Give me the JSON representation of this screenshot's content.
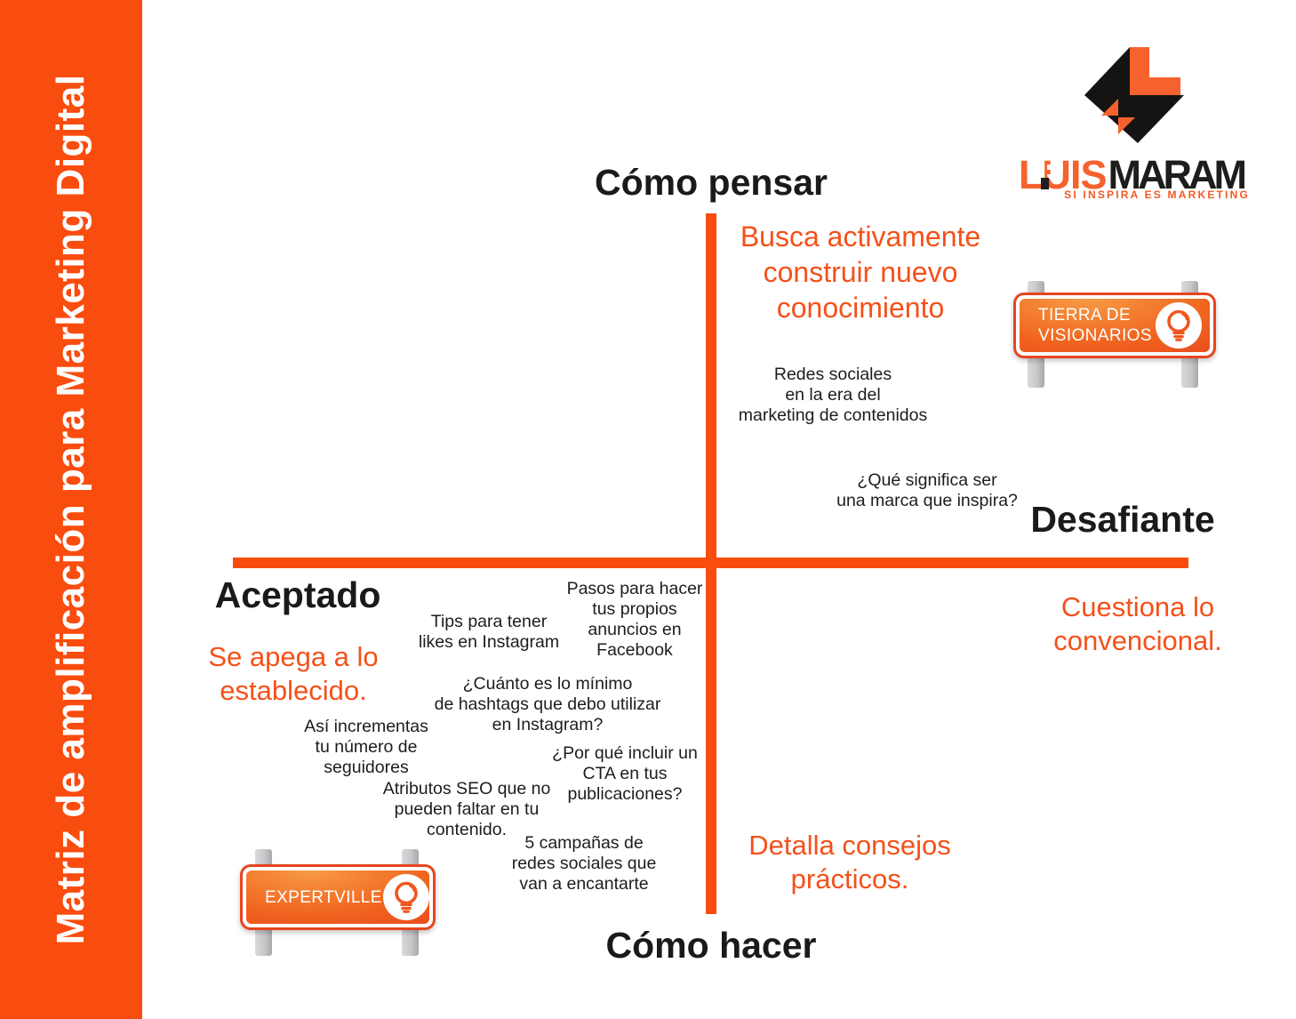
{
  "sidebar": {
    "title": "Matriz de amplificación para Marketing Digital"
  },
  "logo": {
    "word_primary": "LUIS",
    "word_secondary": "MARAM",
    "tagline": "SI INSPIRA ES MARKETING"
  },
  "axes": {
    "top": "Cómo pensar",
    "bottom": "Cómo hacer",
    "left": "Aceptado",
    "right": "Desafiante"
  },
  "quadrants": {
    "top_right": "Busca activamente\nconstruir nuevo\nconocimiento",
    "right": "Cuestiona lo\nconvencional.",
    "left": "Se apega a lo\nestablecido.",
    "bottom_right": "Detalla consejos\nprácticos."
  },
  "signs": {
    "visionarios": "TIERRA DE\nVISIONARIOS",
    "expertville": "EXPERTVILLE"
  },
  "notes": [
    {
      "text": "Redes sociales\nen la era del\nmarketing de contenidos"
    },
    {
      "text": "¿Qué significa ser\nuna marca que inspira?"
    },
    {
      "text": "Pasos para hacer\ntus propios\nanuncios en\nFacebook"
    },
    {
      "text": "Tips para tener\nlikes en Instagram"
    },
    {
      "text": "¿Cuánto es lo mínimo\nde hashtags que debo utilizar\nen Instagram?"
    },
    {
      "text": "Así incrementas\ntu número de\nseguidores"
    },
    {
      "text": "¿Por qué incluir un\nCTA en tus\npublicaciones?"
    },
    {
      "text": "Atributos SEO que no\npueden faltar en tu\ncontenido."
    },
    {
      "text": "5 campañas de\nredes sociales que\nvan a encantarte"
    }
  ],
  "colors": {
    "accent": "#F94C0F",
    "accent_text": "#F4511A",
    "sign_border": "#E8441F",
    "logo_orange": "#F5622D",
    "text_black": "#1D1D1B"
  }
}
